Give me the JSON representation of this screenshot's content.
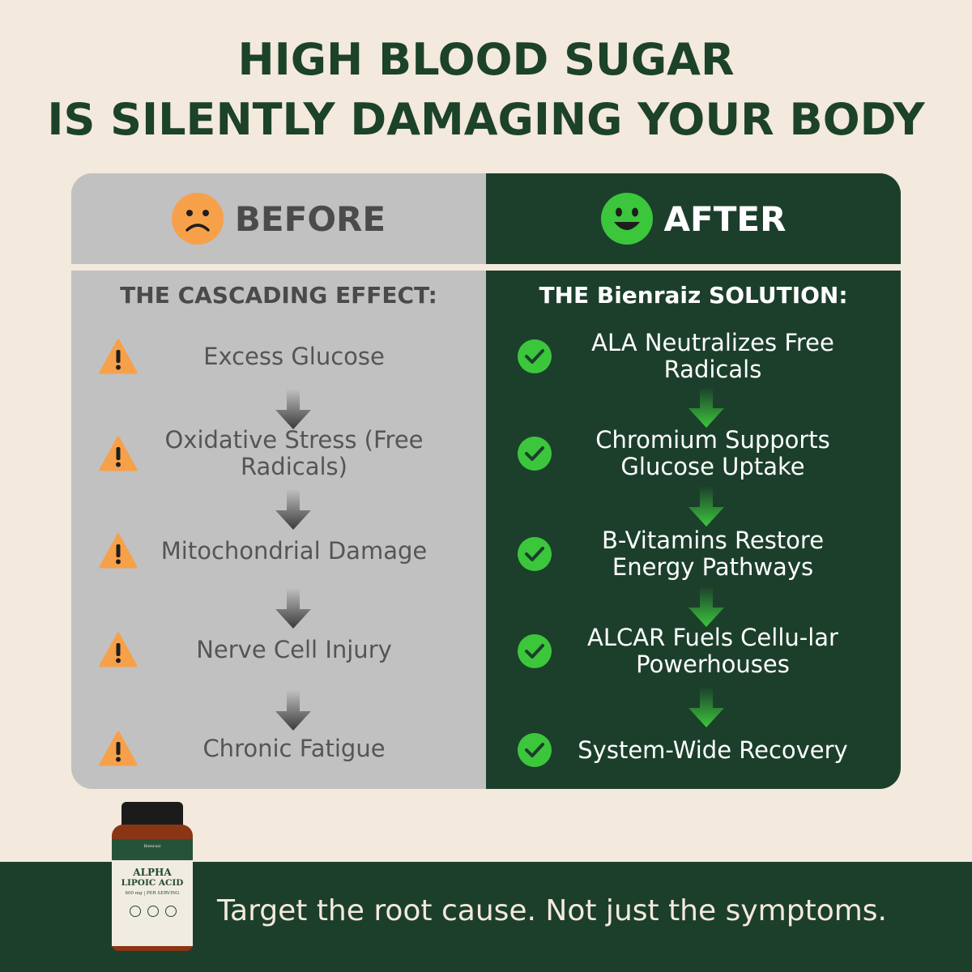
{
  "headline": {
    "line1": "HIGH BLOOD SUGAR",
    "line2": "IS SILENTLY DAMAGING YOUR BODY"
  },
  "before": {
    "label": "BEFORE",
    "icon": "sad-face-icon",
    "subtitle": "THE CASCADING EFFECT:",
    "steps": [
      "Excess Glucose",
      "Oxidative Stress (Free Radicals)",
      "Mitochondrial Damage",
      "Nerve Cell Injury",
      "Chronic Fatigue"
    ],
    "step_icon": "warning-icon",
    "arrow_icon": "arrow-down-icon"
  },
  "after": {
    "label": "AFTER",
    "icon": "smiley-face-icon",
    "subtitle": "THE Bienraiz SOLUTION:",
    "steps": [
      "ALA Neutralizes Free Radicals",
      "Chromium Supports Glucose Uptake",
      "B-Vitamins Restore Energy Pathways",
      "ALCAR Fuels Cellu-lar Powerhouses",
      "System-Wide Recovery"
    ],
    "step_icon": "check-circle-icon",
    "arrow_icon": "arrow-down-icon"
  },
  "product": {
    "brand": "Bienraiz",
    "name_line1": "ALPHA",
    "name_line2": "LIPOIC ACID",
    "dose": "600 mg | PER SERVING"
  },
  "tagline": "Target the root cause. Not just the symptoms.",
  "colors": {
    "background": "#f3e9dc",
    "dark_green": "#1c3f2c",
    "gray": "#c1c1c1",
    "warning_orange": "#f7a04a",
    "check_green": "#3cc63c"
  }
}
